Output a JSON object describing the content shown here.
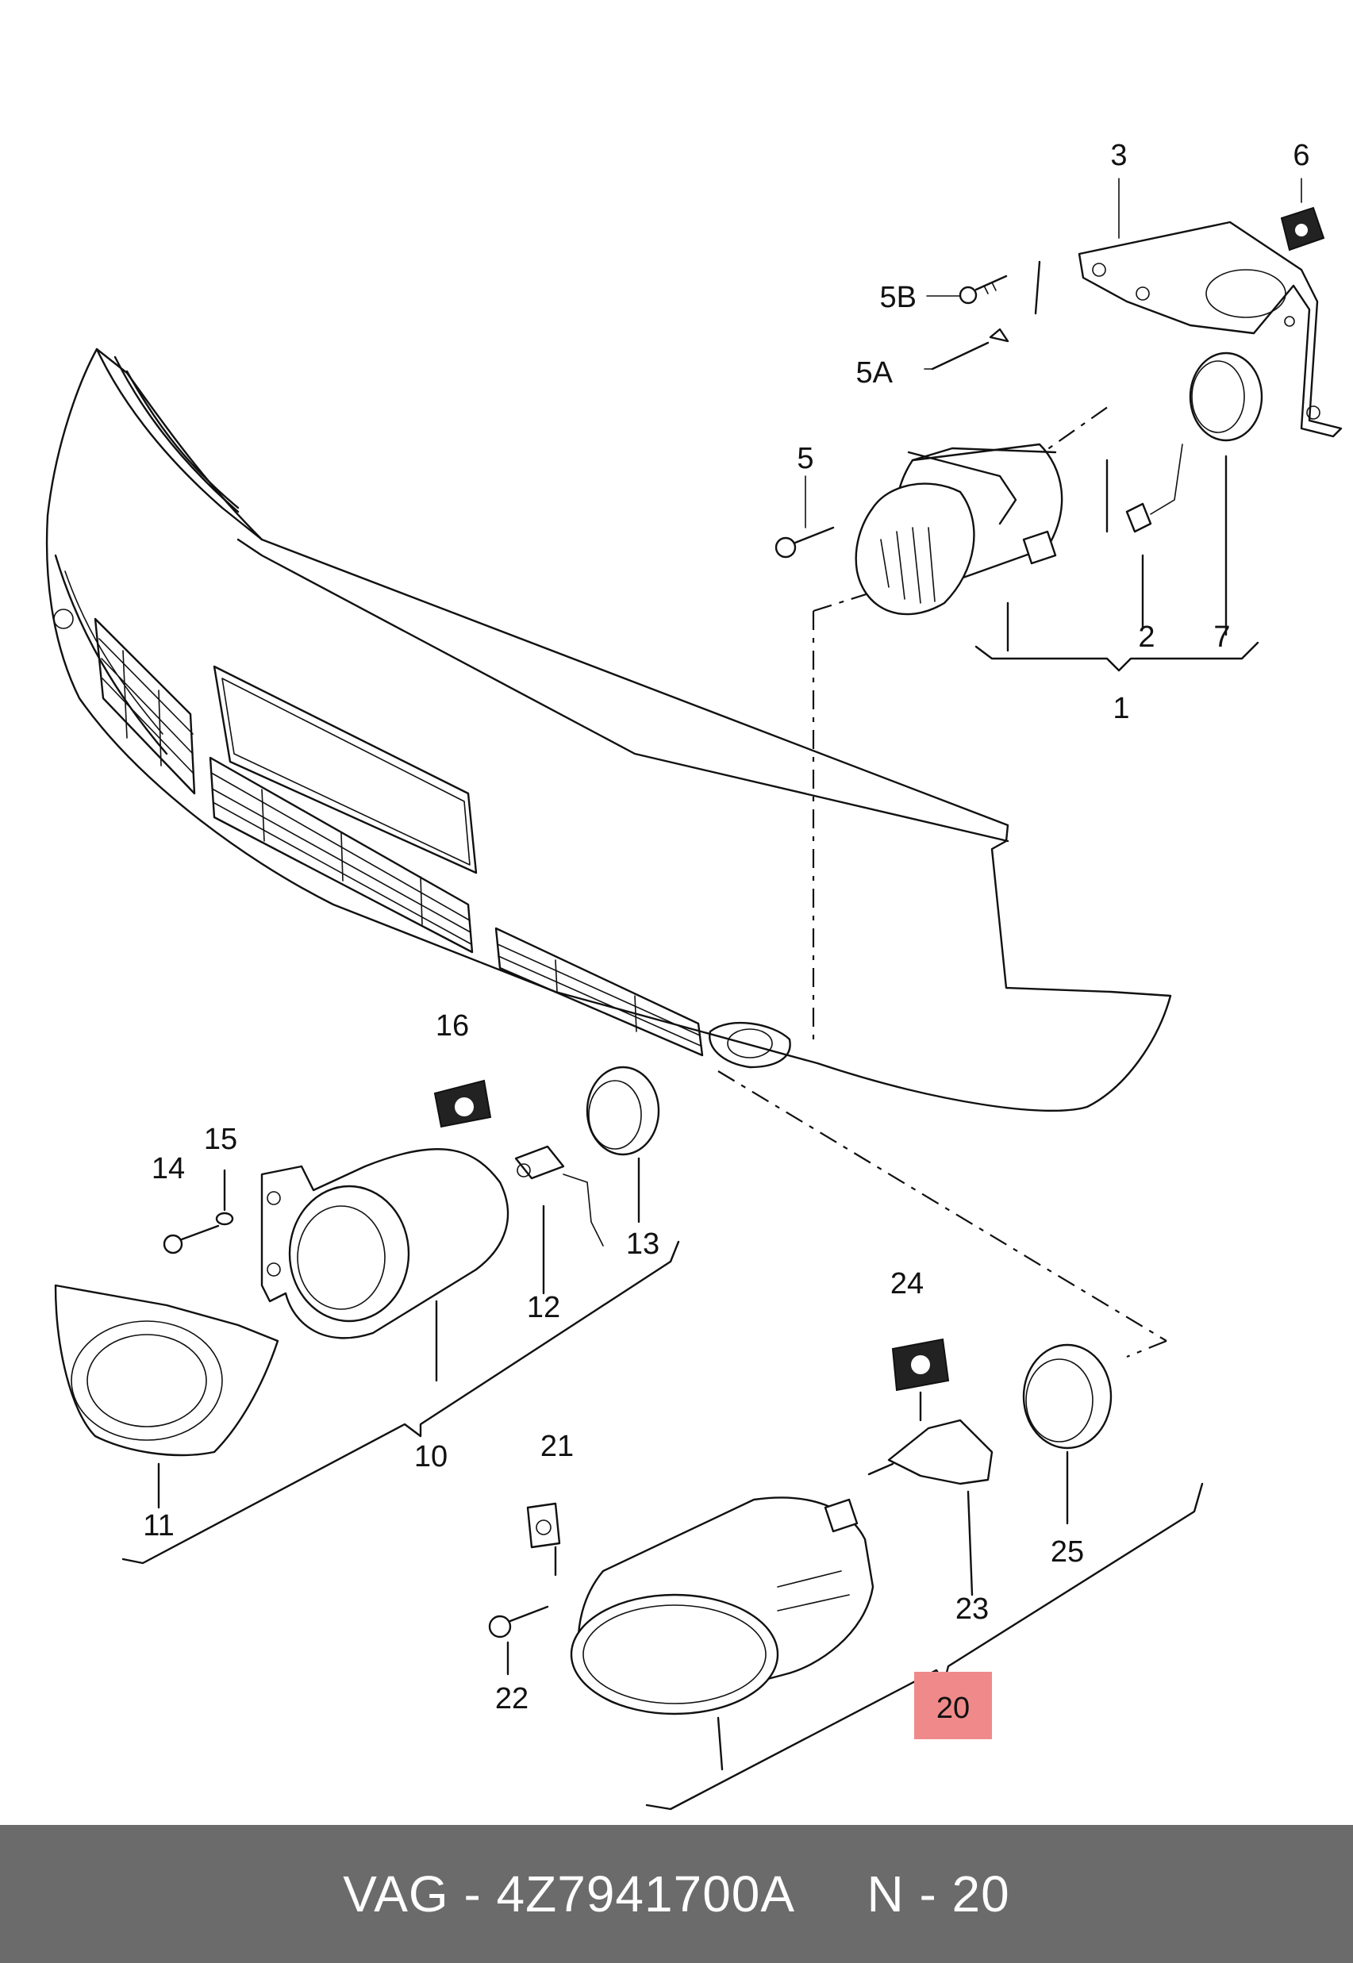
{
  "callouts": {
    "c1": "1",
    "c2": "2",
    "c3": "3",
    "c5": "5",
    "c5a": "5A",
    "c5b": "5B",
    "c6": "6",
    "c7": "7",
    "c10": "10",
    "c11": "11",
    "c12": "12",
    "c13": "13",
    "c14": "14",
    "c15": "15",
    "c16": "16",
    "c20": "20",
    "c21": "21",
    "c22": "22",
    "c23": "23",
    "c24": "24",
    "c25": "25"
  },
  "highlight": {
    "label": "20",
    "color": "#f08a8a"
  },
  "footer": {
    "text": "VAG - 4Z7941700A     N - 20",
    "background": "#6b6b6b"
  }
}
